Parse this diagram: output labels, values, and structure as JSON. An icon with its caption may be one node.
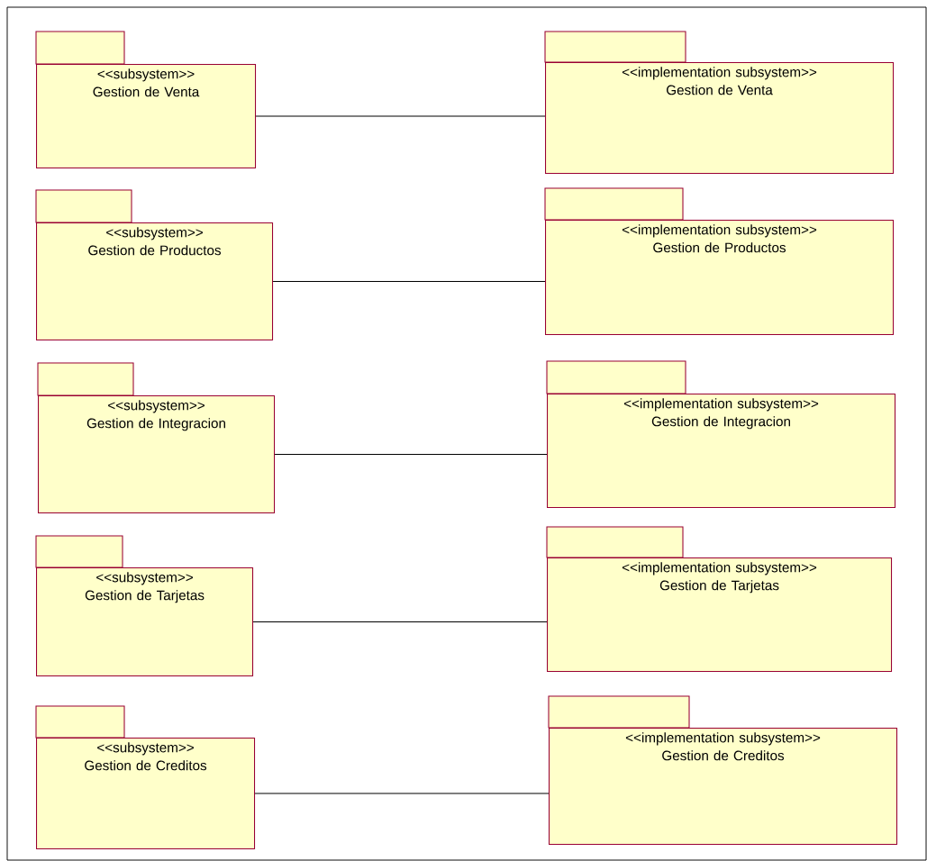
{
  "diagram": {
    "nodes": [
      {
        "text": [
          "<<subsystem>>",
          "Gestion de Venta"
        ]
      },
      {
        "text": [
          "<<implementation subsystem>>",
          "Gestion de Venta"
        ]
      },
      {
        "text": [
          "<<subsystem>>",
          "Gestion de Productos"
        ]
      },
      {
        "text": [
          "<<implementation subsystem>>",
          "Gestion de Productos"
        ]
      },
      {
        "text": [
          "<<subsystem>>",
          "Gestion de Integracion"
        ]
      },
      {
        "text": [
          "<<implementation subsystem>>",
          "Gestion de Integracion"
        ]
      },
      {
        "text": [
          "<<subsystem>>",
          "Gestion de Tarjetas"
        ]
      },
      {
        "text": [
          "<<implementation subsystem>>",
          "Gestion de Tarjetas"
        ]
      },
      {
        "text": [
          "<<subsystem>>",
          "Gestion de Creditos"
        ]
      },
      {
        "text": [
          "<<implementation subsystem>>",
          "Gestion de Creditos"
        ]
      }
    ],
    "edges": [
      {
        "from": 0,
        "to": 1,
        "arrow": "none"
      },
      {
        "from": 2,
        "to": 3,
        "arrow": "none"
      },
      {
        "from": 4,
        "to": 5,
        "arrow": "none"
      },
      {
        "from": 6,
        "to": 7,
        "arrow": "none"
      },
      {
        "from": 8,
        "to": 9,
        "arrow": "none"
      }
    ]
  }
}
